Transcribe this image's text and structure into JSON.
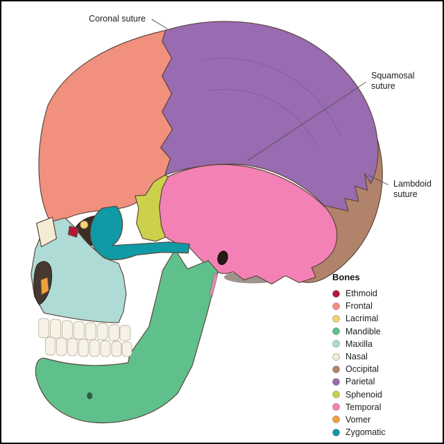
{
  "labels": {
    "coronal": "Coronal suture",
    "squamosal": "Squamosal suture",
    "lambdoid": "Lambdoid suture"
  },
  "legend": {
    "title": "Bones",
    "items": [
      {
        "label": "Ethmoid",
        "color": "#b5173a"
      },
      {
        "label": "Frontal",
        "color": "#f2907e"
      },
      {
        "label": "Lacrimal",
        "color": "#f6d374"
      },
      {
        "label": "Mandible",
        "color": "#5fc08c"
      },
      {
        "label": "Maxilla",
        "color": "#aedbd6"
      },
      {
        "label": "Nasal",
        "color": "#f4ecd4"
      },
      {
        "label": "Occipital",
        "color": "#b0836a"
      },
      {
        "label": "Parietal",
        "color": "#996bb0"
      },
      {
        "label": "Sphenoid",
        "color": "#ccd14b"
      },
      {
        "label": "Temporal",
        "color": "#f381b6"
      },
      {
        "label": "Vomer",
        "color": "#f0a23e"
      },
      {
        "label": "Zygomatic",
        "color": "#0f9aa5"
      }
    ]
  }
}
